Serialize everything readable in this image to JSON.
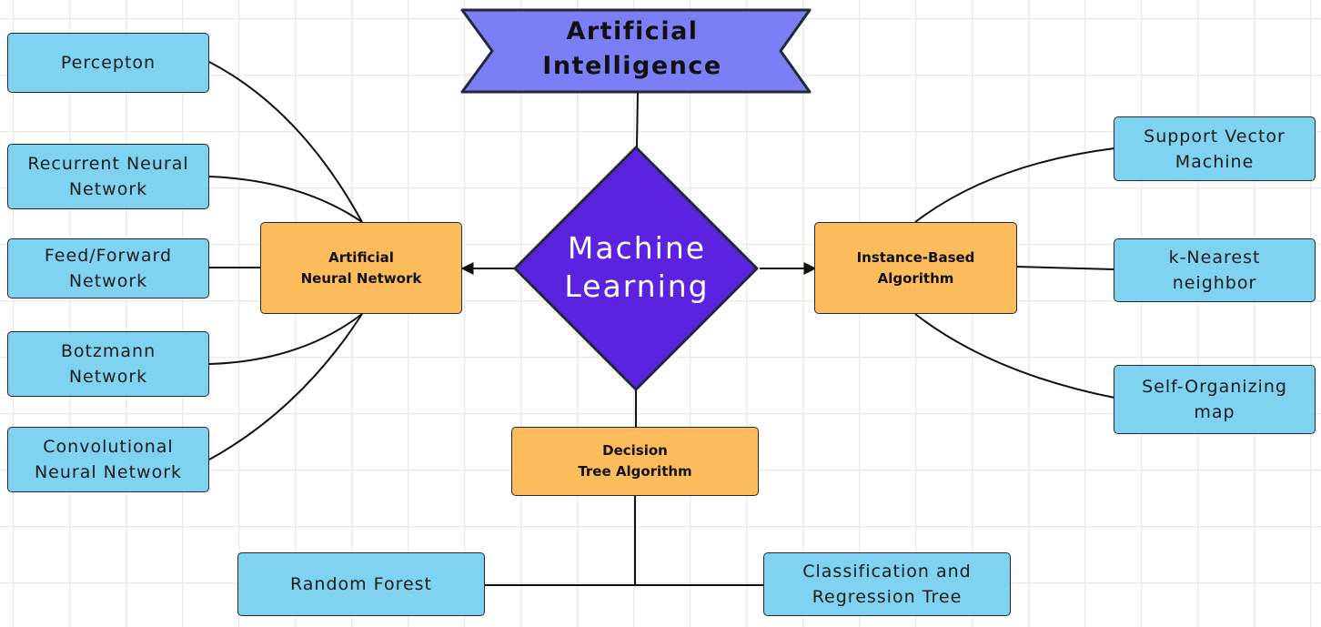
{
  "root": {
    "label": "Artificial\nIntelligence",
    "color": "#7b7ef5"
  },
  "center": {
    "label": "Machine\nLearning",
    "color": "#5b22e0"
  },
  "hubs": {
    "ann": "Artificial\nNeural Network",
    "ib": "Instance-Based\nAlgorithm",
    "dt": "Decision\nTree Algorithm"
  },
  "ann_children": [
    "Percepton",
    "Recurrent Neural\nNetwork",
    "Feed/Forward\nNetwork",
    "Botzmann\nNetwork",
    "Convolutional\nNeural Network"
  ],
  "ib_children": [
    "Support Vector\nMachine",
    "k-Nearest\nneighbor",
    "Self-Organizing\nmap"
  ],
  "dt_children": [
    "Random Forest",
    "Classification and\nRegression Tree"
  ],
  "colors": {
    "leaf": "#7fd2f0",
    "hub": "#fcbc5c",
    "line": "#111111"
  }
}
